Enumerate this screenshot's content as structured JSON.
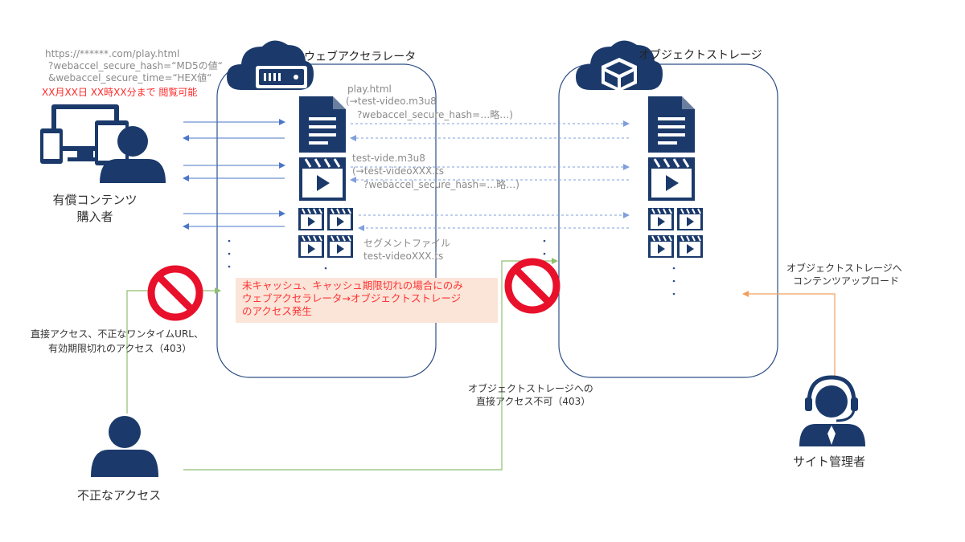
{
  "colors": {
    "navy": "#1b3a6b",
    "box_border": "#2f4f86",
    "arrow_blue": "#4a76c7",
    "arrow_blue_dashed": "#7f9fdc",
    "arrow_green": "#8fbf6f",
    "arrow_orange": "#f0a060",
    "prohibited_red": "#e8102a",
    "warning_red": "#ff2a2a",
    "note_bg": "#fbe4d8"
  },
  "url_block": {
    "line1": "https://******.com/play.html",
    "line2": "?webaccel_secure_hash=“MD5の値“",
    "line3": "&webaccel_secure_time=“HEX値“",
    "expiry": "XX月XX日 XX時XX分まで 閲覧可能"
  },
  "web_accelerator": {
    "title": "ウェブアクセラレータ"
  },
  "object_storage": {
    "title": "オブジェクトストレージ"
  },
  "files": {
    "html_name": "play.html",
    "html_ref": "(→test-video.m3u8",
    "html_hash": "?webaccel_secure_hash=…略…)",
    "m3u8_name": "test-vide.m3u8",
    "m3u8_ref": "(→test-videoXXX.ts",
    "m3u8_hash": "?webaccel_secure_hash=…略…)",
    "segment_label": "セグメントファイル",
    "segment_name": "test-videoXXX.ts"
  },
  "note": {
    "line1": "未キャッシュ、キャッシュ期限切れの場合にのみ",
    "line2": "ウェブアクセラレータ→オブジェクトストレージ",
    "line3": "のアクセス発生"
  },
  "actors": {
    "purchaser_line1": "有償コンテンツ",
    "purchaser_line2": "購入者",
    "unauthorized": "不正なアクセス",
    "admin": "サイト管理者"
  },
  "labels": {
    "direct_denied_line1": "直接アクセス、不正なワンタイムURL、",
    "direct_denied_line2": "有効期限切れのアクセス（403）",
    "storage_denied_line1": "オブジェクトストレージへの",
    "storage_denied_line2": "直接アクセス不可（403）",
    "upload_line1": "オブジェクトストレージへ",
    "upload_line2": "コンテンツアップロード"
  }
}
